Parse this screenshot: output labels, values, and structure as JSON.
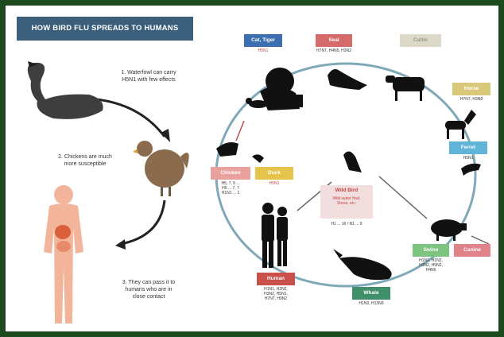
{
  "title": "HOW BIRD FLU SPREADS TO HUMANS",
  "steps": [
    {
      "text": "1. Waterfowl can carry\nH5N1 with few effects"
    },
    {
      "text": "2. Chickens are much\nmore susceptible"
    },
    {
      "text": "3. They can pass it to\nhumans who are in\nclose contact"
    }
  ],
  "cycle_labels": {
    "cat_tiger": {
      "label": "Cat, Tiger",
      "sub": "H5N1",
      "color": "#3b6fb0"
    },
    "seal": {
      "label": "Seal",
      "sub": "H7N7, H4N5, H3N2",
      "color": "#d46a6a"
    },
    "cattle": {
      "label": "Cattle",
      "sub": "",
      "color": "#dcd9c8"
    },
    "horse": {
      "label": "Horse",
      "sub": "H7N7, H3N8",
      "color": "#d9c87a"
    },
    "ferret": {
      "label": "Ferret",
      "sub": "H5N1",
      "color": "#5fb4d8"
    },
    "swine": {
      "label": "Swine",
      "sub": "H1N1, H1N2,\nH3N2, H9N2,\nH4N6",
      "color": "#7cc47f"
    },
    "canine": {
      "label": "Canine",
      "sub": "",
      "color": "#e0828a"
    },
    "whale": {
      "label": "Whale",
      "sub": "H1N3, H13N9",
      "color": "#3f8f6a"
    },
    "human": {
      "label": "Human",
      "sub": "H1N1, H2N2,\nH3N2, H5N1,\nH7N7, H9N2",
      "color": "#c9504a"
    },
    "chicken": {
      "label": "Chicken",
      "sub": "H5, 7, 9 ...\nH5 ... 7, 7\nH1N1 ... 1",
      "color": "#e8a19c"
    },
    "duck": {
      "label": "Duck",
      "sub": "H5N1",
      "color": "#e6c34a"
    },
    "wild_bird": {
      "label": "Wild Bird",
      "sub": "Wild water fowl,\nShore, etc.",
      "footer": "H1 ... 16 / N1 ... 9",
      "color": "#f2dede",
      "text_color": "#c44848"
    }
  }
}
